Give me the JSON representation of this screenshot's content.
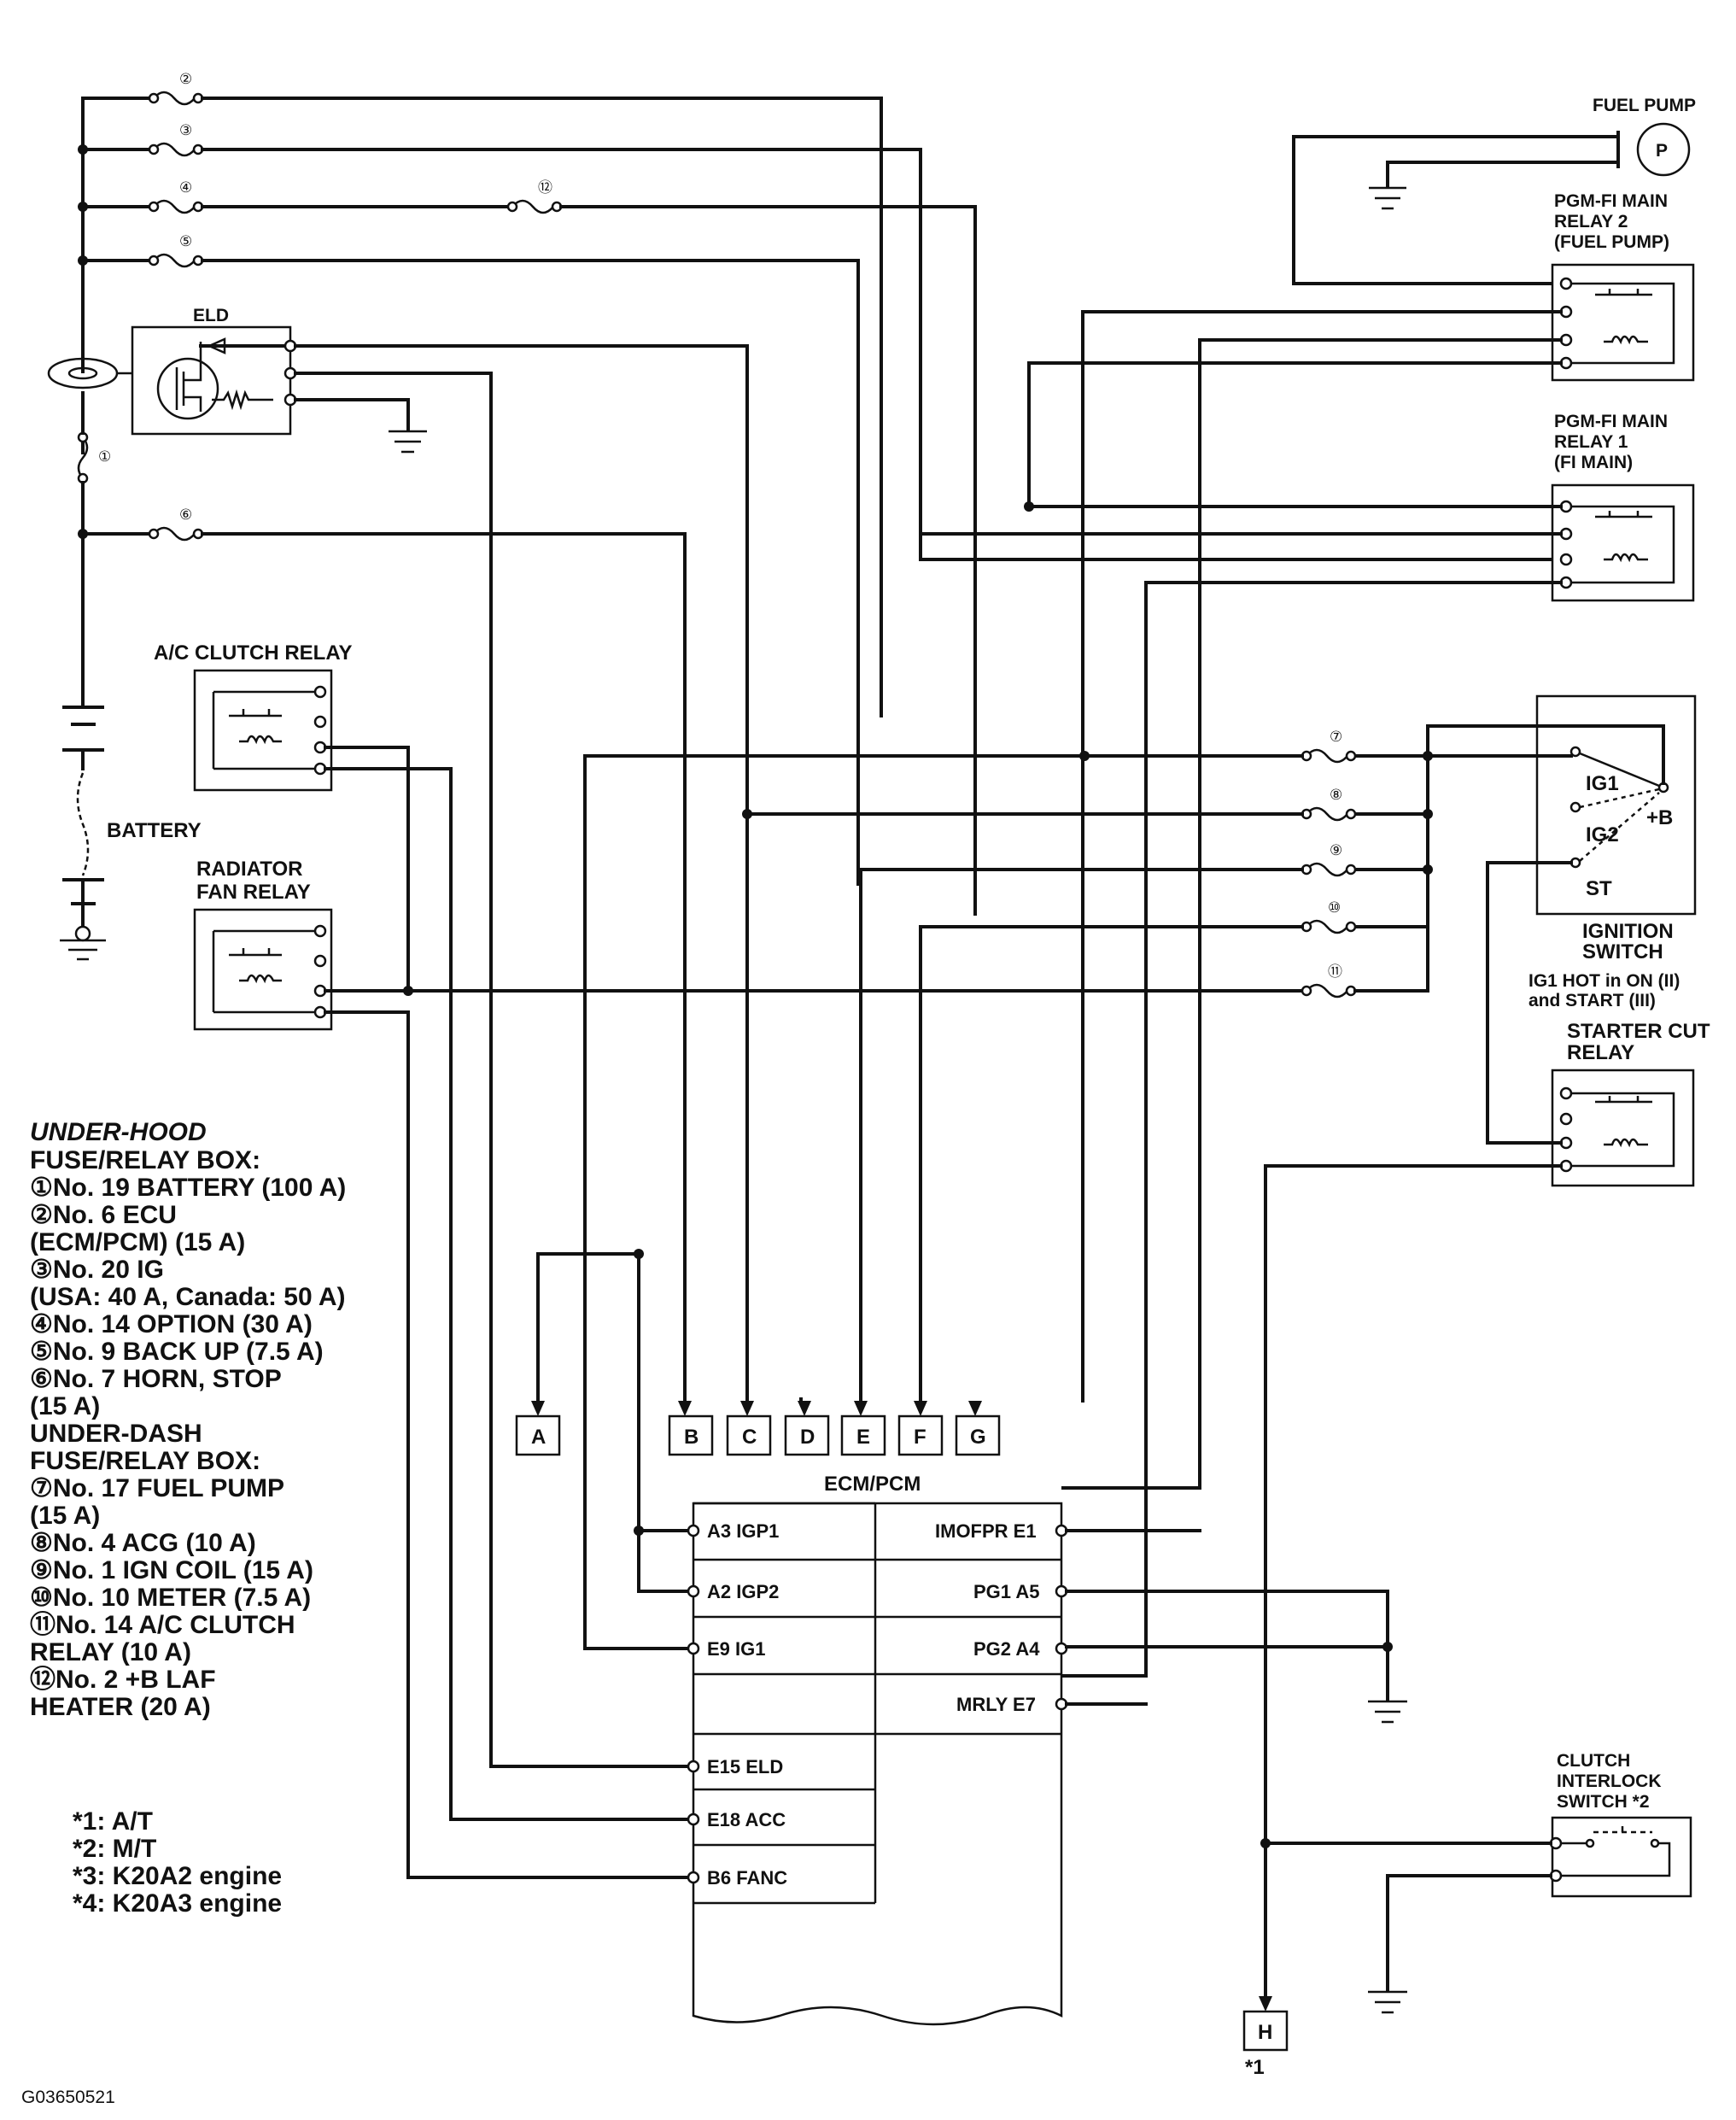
{
  "components": {
    "fuel_pump": "FUEL PUMP",
    "fuel_pump_motor": "P",
    "main_relay_2": [
      "PGM-FI MAIN",
      "RELAY 2",
      "(FUEL PUMP)"
    ],
    "main_relay_1": [
      "PGM-FI MAIN",
      "RELAY 1",
      "(FI MAIN)"
    ],
    "eld": "ELD",
    "ac_clutch_relay": "A/C CLUTCH RELAY",
    "battery": "BATTERY",
    "radiator_fan_relay": [
      "RADIATOR",
      "FAN RELAY"
    ],
    "ignition_switch": [
      "IGNITION",
      "SWITCH"
    ],
    "ig1_hot": [
      "IG1 HOT in ON (II)",
      "and START (III)"
    ],
    "ig_terminals": [
      "IG1",
      "IG2",
      "ST",
      "+B"
    ],
    "starter_cut_relay": [
      "STARTER CUT",
      "RELAY"
    ],
    "clutch_interlock": [
      "CLUTCH",
      "INTERLOCK",
      "SWITCH *2"
    ],
    "ecm": "ECM/PCM"
  },
  "fuse_marks": [
    "②",
    "③",
    "④",
    "⑫",
    "⑤",
    "①",
    "⑥",
    "⑦",
    "⑧",
    "⑨",
    "⑩",
    "⑪"
  ],
  "connectors": [
    "A",
    "B",
    "C",
    "D",
    "E",
    "F",
    "G",
    "H"
  ],
  "connector_h_note": "*1",
  "ecm_pins_left": [
    "A3 IGP1",
    "A2 IGP2",
    "E9 IG1",
    "",
    "E15 ELD",
    "E18 ACC",
    "B6 FANC"
  ],
  "ecm_pins_right": [
    "IMOFPR E1",
    "PG1 A5",
    "PG2 A4",
    "MRLY E7"
  ],
  "legend": {
    "underhood_title": [
      "UNDER-HOOD",
      "FUSE/RELAY BOX:"
    ],
    "underhood_items": [
      "①No. 19 BATTERY (100 A)",
      "②No. 6 ECU",
      " (ECM/PCM) (15 A)",
      "③No. 20 IG",
      " (USA: 40 A, Canada: 50 A)",
      "④No. 14 OPTION (30 A)",
      "⑤No. 9 BACK UP (7.5 A)",
      "⑥No. 7 HORN, STOP",
      " (15 A)"
    ],
    "underdash_title": [
      "UNDER-DASH",
      "FUSE/RELAY BOX:"
    ],
    "underdash_items": [
      "⑦No. 17 FUEL PUMP",
      " (15 A)",
      "⑧No. 4 ACG (10 A)",
      "⑨No. 1 IGN COIL (15 A)",
      "⑩No. 10 METER (7.5 A)",
      "⑪No. 14 A/C CLUTCH",
      " RELAY (10 A)",
      "⑫No. 2 +B LAF",
      " HEATER (20 A)"
    ]
  },
  "notes": [
    "*1: A/T",
    "*2: M/T",
    "*3: K20A2 engine",
    "*4: K20A3 engine"
  ],
  "figure_id": "G03650521"
}
